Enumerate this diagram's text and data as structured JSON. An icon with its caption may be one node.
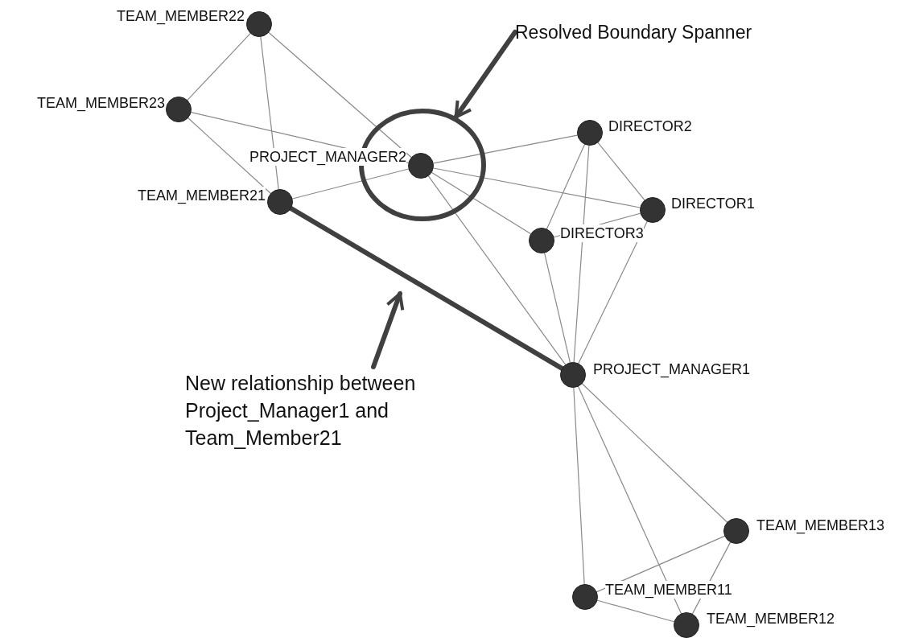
{
  "diagram": {
    "nodes": [
      {
        "text": [],
        "shape": "circle",
        "beside": [
          "TEAM_MEMBER22"
        ]
      },
      {
        "text": [],
        "shape": "circle",
        "beside": [
          "TEAM_MEMBER23"
        ]
      },
      {
        "text": [],
        "shape": "circle"
      },
      {
        "text": [],
        "shape": "circle",
        "beside": [
          "PROJECT_MANAGER2"
        ],
        "in": 2
      },
      {
        "text": [],
        "shape": "circle",
        "beside": [
          "TEAM_MEMBER21"
        ]
      },
      {
        "text": [],
        "shape": "circle",
        "beside": [
          "DIRECTOR2"
        ]
      },
      {
        "text": [],
        "shape": "circle",
        "beside": [
          "DIRECTOR1"
        ]
      },
      {
        "text": [],
        "shape": "circle",
        "beside": [
          "DIRECTOR3"
        ]
      },
      {
        "text": [],
        "shape": "circle",
        "beside": [
          "PROJECT_MANAGER1"
        ]
      },
      {
        "text": [],
        "shape": "circle",
        "beside": [
          "TEAM_MEMBER13"
        ]
      },
      {
        "text": [],
        "shape": "circle",
        "beside": [
          "TEAM_MEMBER11"
        ]
      },
      {
        "text": [],
        "shape": "circle",
        "beside": [
          "TEAM_MEMBER12"
        ]
      },
      {
        "text": [
          "Resolved Boundary Spanner"
        ]
      },
      {
        "text": [
          "New relationship between Project_Manager1 and Team_Member21"
        ]
      }
    ],
    "edges": [
      {
        "from": 0,
        "to": 1,
        "arrow": "none"
      },
      {
        "from": 0,
        "to": 4,
        "arrow": "none"
      },
      {
        "from": 0,
        "to": 3,
        "arrow": "none"
      },
      {
        "from": 1,
        "to": 3,
        "arrow": "none"
      },
      {
        "from": 1,
        "to": 4,
        "arrow": "none"
      },
      {
        "from": 4,
        "to": 3,
        "arrow": "none"
      },
      {
        "from": 3,
        "to": 5,
        "arrow": "none"
      },
      {
        "from": 3,
        "to": 6,
        "arrow": "none"
      },
      {
        "from": 3,
        "to": 7,
        "arrow": "none"
      },
      {
        "from": 3,
        "to": 8,
        "arrow": "none"
      },
      {
        "from": 5,
        "to": 6,
        "arrow": "none"
      },
      {
        "from": 5,
        "to": 7,
        "arrow": "none"
      },
      {
        "from": 5,
        "to": 8,
        "arrow": "none"
      },
      {
        "from": 7,
        "to": 6,
        "arrow": "none"
      },
      {
        "from": 6,
        "to": 8,
        "arrow": "none"
      },
      {
        "from": 7,
        "to": 8,
        "arrow": "none"
      },
      {
        "from": 4,
        "to": 8,
        "arrow": "none",
        "style": "thick",
        "color": "#404040"
      },
      {
        "from": 8,
        "to": 9,
        "arrow": "none"
      },
      {
        "from": 8,
        "to": 10,
        "arrow": "none"
      },
      {
        "from": 8,
        "to": 11,
        "arrow": "none"
      },
      {
        "from": 9,
        "to": 10,
        "arrow": "none"
      },
      {
        "from": 9,
        "to": 11,
        "arrow": "none"
      },
      {
        "from": 10,
        "to": 11,
        "arrow": "none"
      },
      {
        "from": 12,
        "to": 2,
        "arrow": "to",
        "style": "thick",
        "color": "#404040"
      },
      {
        "from": 13,
        "to": null,
        "arrow": "to",
        "style": "thick",
        "color": "#404040"
      }
    ]
  }
}
